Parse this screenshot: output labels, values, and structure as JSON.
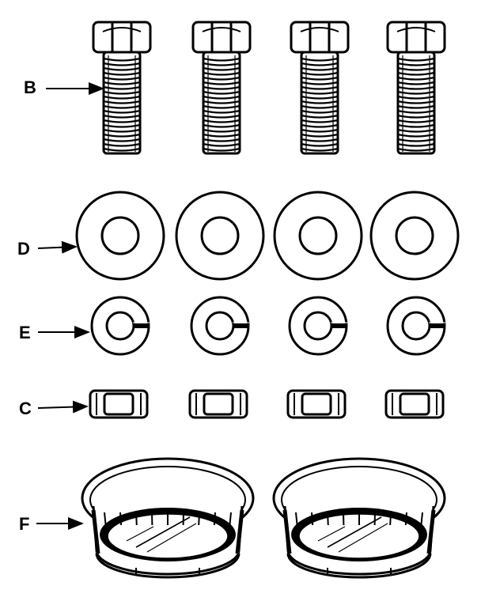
{
  "labels": {
    "bolts": "B",
    "flat_washers": "D",
    "lock_washers": "E",
    "nuts": "C",
    "caps": "F"
  },
  "parts": {
    "bolt_count": 4,
    "flat_washer_count": 4,
    "lock_washer_count": 4,
    "nut_count": 4,
    "cap_count": 2
  },
  "colors": {
    "ink": "#000000",
    "paper": "#ffffff"
  }
}
